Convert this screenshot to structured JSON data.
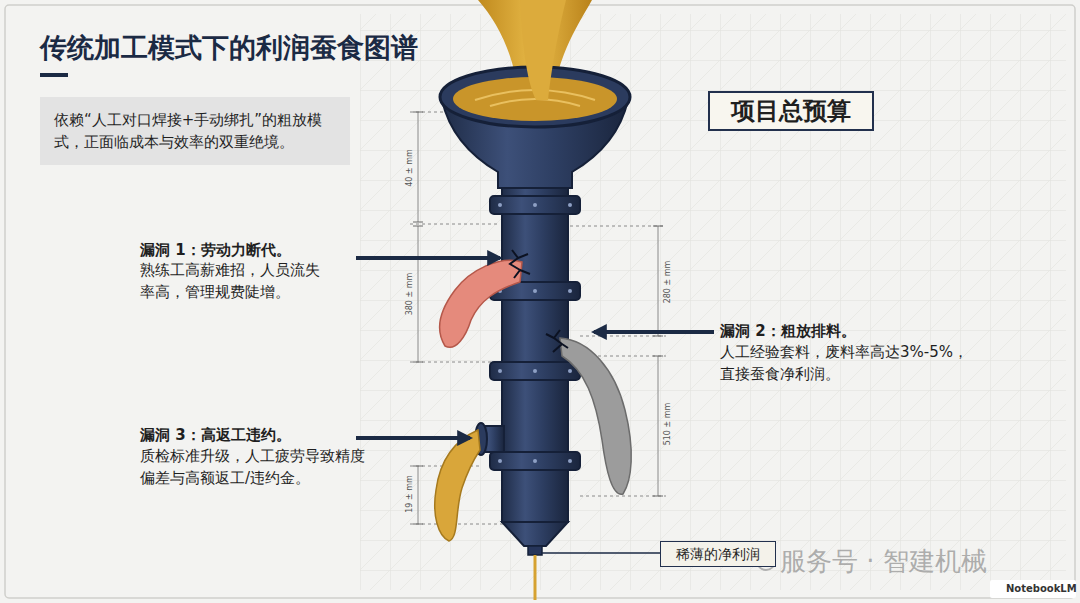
{
  "diagram": {
    "title": "传统加工模式下的利润蚕食图谱",
    "nodes": [
      {
        "text": [
          "依赖“人工对口焊接+手动绑扎”的粗放模式，正面临成本与效率的双重绝境。"
        ]
      },
      {
        "text": [
          "项目总预算"
        ]
      },
      {
        "text": [
          "稀薄的净利润"
        ]
      }
    ],
    "labels": [
      "漏洞 1：劳动力断代。",
      "熟练工高薪难招，人员流失率高，管理规费陡增。",
      "漏洞 2：粗放排料。",
      "人工经验套料，废料率高达3%-5%，直接蚕食净利润。",
      "漏洞 3：高返工违约。",
      "质检标准升级，人工疲劳导致精度偏差与高额返工/违约金。",
      "40 ± mm",
      "380 ± mm",
      "280 ± mm",
      "510 ± mm",
      "19 ± mm",
      "服务号 · 智建机械",
      "NotebookLM"
    ]
  }
}
